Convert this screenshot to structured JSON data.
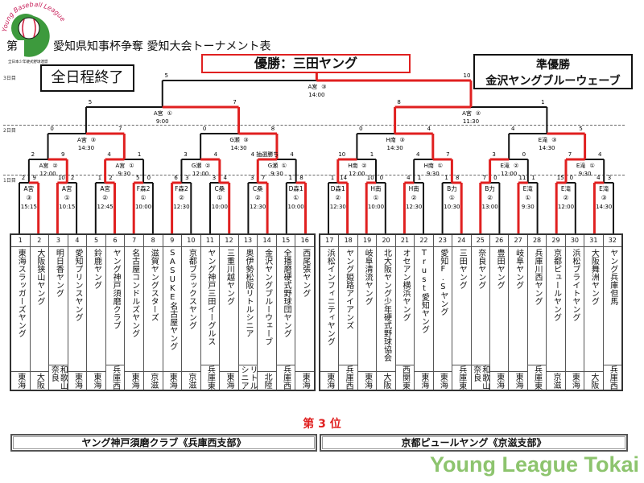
{
  "header": {
    "title_prefix": "第",
    "title": "愛知県知事杯争奪 愛知大会トーナメント表",
    "status": "全日程終了",
    "champion": "優勝：三田ヤング",
    "runner_up_label": "準優勝",
    "runner_up": "金沢ヤングブルーウェーブ",
    "logo_text": "Young Baseball League",
    "logo_subtext": "全日本少年硬式野球連盟"
  },
  "days": [
    "3日目",
    "2日目",
    "1日目"
  ],
  "colors": {
    "winner_line": "#e02020",
    "line": "#111111",
    "brand": "#8dc46e"
  },
  "teams": [
    {
      "no": "1",
      "name": "東海スラッガーズヤング",
      "region": "東海"
    },
    {
      "no": "2",
      "name": "大阪狭山ヤング",
      "region": "大阪"
    },
    {
      "no": "3",
      "name": "明日香ヤング",
      "region": "和歌山\n奈良"
    },
    {
      "no": "4",
      "name": "愛知プリンスヤング",
      "region": "東海"
    },
    {
      "no": "5",
      "name": "鈴鹿ヤング",
      "region": "東海"
    },
    {
      "no": "6",
      "name": "ヤング神戸須磨クラブ",
      "region": "兵庫西"
    },
    {
      "no": "7",
      "name": "名古屋コンドルズヤング",
      "region": "東海"
    },
    {
      "no": "8",
      "name": "滋賀ヤングスターズ",
      "region": "京滋"
    },
    {
      "no": "9",
      "name": "SASUKE名古屋ヤング",
      "region": "東海"
    },
    {
      "no": "10",
      "name": "京都ブラックスヤング",
      "region": "京滋"
    },
    {
      "no": "11",
      "name": "ヤング神戸三田イーグルス",
      "region": "兵庫東"
    },
    {
      "no": "12",
      "name": "三重川越ヤング",
      "region": "東海"
    },
    {
      "no": "13",
      "name": "奥伊勢松阪リトルシニア",
      "region": "リトル\nシニア"
    },
    {
      "no": "14",
      "name": "金沢ヤングブルーウェーブ",
      "region": "北陸"
    },
    {
      "no": "15",
      "name": "全播磨硬式野球団ヤング",
      "region": "兵庫西"
    },
    {
      "no": "16",
      "name": "西尾張ヤング",
      "region": "東海"
    },
    {
      "no": "17",
      "name": "浜松インフィニティヤング",
      "region": "東海"
    },
    {
      "no": "18",
      "name": "ヤング姫路アイアンズ",
      "region": "兵庫西"
    },
    {
      "no": "19",
      "name": "岐阜清流ヤング",
      "region": "東海"
    },
    {
      "no": "20",
      "name": "北大阪ヤング少年硬式野球協会",
      "region": "大阪"
    },
    {
      "no": "21",
      "name": "オセアン横浜ヤング",
      "region": "西関東"
    },
    {
      "no": "22",
      "name": "Trust愛知ヤング",
      "region": "東海"
    },
    {
      "no": "23",
      "name": "愛知F.Sヤング",
      "region": "東海"
    },
    {
      "no": "24",
      "name": "三田ヤング",
      "region": "兵庫東"
    },
    {
      "no": "25",
      "name": "奈良ヤング",
      "region": "和歌山\n奈良"
    },
    {
      "no": "26",
      "name": "豊田ヤング",
      "region": "東海"
    },
    {
      "no": "27",
      "name": "岐阜ヤング",
      "region": "東海"
    },
    {
      "no": "28",
      "name": "兵庫川西ヤング",
      "region": "兵庫東"
    },
    {
      "no": "29",
      "name": "京都ピュールヤング",
      "region": "京滋"
    },
    {
      "no": "30",
      "name": "浜松ブライトヤング",
      "region": "東海"
    },
    {
      "no": "31",
      "name": "大阪舞洲ヤング",
      "region": "大阪"
    },
    {
      "no": "32",
      "name": "ヤング兵庫但馬",
      "region": "兵庫西"
    }
  ],
  "rounds": [
    {
      "matches": [
        {
          "venue": "A宮",
          "num": "③",
          "time": "15:15",
          "scores": [
            "2",
            "9"
          ],
          "winner": "right"
        },
        {
          "venue": "A宮",
          "num": "①",
          "time": "10:15",
          "scores": [
            "10",
            "2"
          ],
          "winner": "left"
        },
        {
          "venue": "A宮",
          "num": "②",
          "time": "12:45",
          "scores": [
            "1",
            "2"
          ],
          "winner": "right"
        },
        {
          "venue": "F森2",
          "num": "①",
          "time": "10:00",
          "scores": [
            "5",
            "0"
          ],
          "winner": "left"
        },
        {
          "venue": "F森2",
          "num": "②",
          "time": "12:30",
          "scores": [
            "6",
            "3"
          ],
          "winner": "left"
        },
        {
          "venue": "C桑",
          "num": "①",
          "time": "10:00",
          "scores": [
            "3",
            "4"
          ],
          "winner": "right"
        },
        {
          "venue": "C桑",
          "num": "②",
          "time": "12:30",
          "scores": [
            "3",
            "7"
          ],
          "winner": "right"
        },
        {
          "venue": "D森1",
          "num": "①",
          "time": "10:00",
          "scores": [
            "1",
            "8"
          ],
          "winner": "right"
        },
        {
          "venue": "D森1",
          "num": "②",
          "time": "12:30",
          "scores": [
            "1",
            "14"
          ],
          "winner": "right"
        },
        {
          "venue": "H南",
          "num": "①",
          "time": "10:00",
          "scores": [
            "10",
            "0"
          ],
          "winner": "left"
        },
        {
          "venue": "H南",
          "num": "②",
          "time": "12:30",
          "scores": [
            "4",
            "1"
          ],
          "winner": "left"
        },
        {
          "venue": "B力",
          "num": "①",
          "time": "10:30",
          "scores": [
            "1",
            "8"
          ],
          "winner": "right"
        },
        {
          "venue": "B力",
          "num": "②",
          "time": "13:00",
          "scores": [
            "7",
            "0"
          ],
          "winner": "left"
        },
        {
          "venue": "E滝",
          "num": "①",
          "time": "9:30",
          "scores": [
            "11",
            "1"
          ],
          "winner": "left"
        },
        {
          "venue": "E滝",
          "num": "②",
          "time": "12:00",
          "scores": [
            "15",
            "0"
          ],
          "winner": "left"
        },
        {
          "venue": "E滝",
          "num": "③",
          "time": "14:30",
          "scores": [
            "4",
            "3"
          ],
          "winner": "left"
        }
      ]
    },
    {
      "matches": [
        {
          "venue": "A宮",
          "num": "②",
          "time": "12:00",
          "scores": [
            "2",
            "9"
          ],
          "winner": "right"
        },
        {
          "venue": "A宮",
          "num": "①",
          "time": "9:30",
          "scores": [
            "4",
            "1"
          ],
          "winner": "left"
        },
        {
          "venue": "G瀬",
          "num": "②",
          "time": "12:00",
          "scores": [
            "3",
            "4"
          ],
          "winner": "right"
        },
        {
          "venue": "G瀬",
          "num": "①",
          "time": "9:30",
          "scores": [
            "4 抽選勝ち",
            "4"
          ],
          "winner": "left"
        },
        {
          "venue": "H南",
          "num": "②",
          "time": "12:00",
          "scores": [
            "10",
            "1"
          ],
          "winner": "left"
        },
        {
          "venue": "H南",
          "num": "①",
          "time": "9:30",
          "scores": [
            "4",
            "7"
          ],
          "winner": "right"
        },
        {
          "venue": "E滝",
          "num": "②",
          "time": "12:00",
          "scores": [
            "3",
            "0"
          ],
          "winner": "left"
        },
        {
          "venue": "E滝",
          "num": "①",
          "time": "9:30",
          "scores": [
            "7",
            "4"
          ],
          "winner": "left"
        }
      ]
    },
    {
      "matches": [
        {
          "venue": "A宮",
          "num": "③",
          "time": "14:30",
          "scores": [
            "0",
            "7"
          ],
          "winner": "right"
        },
        {
          "venue": "G瀬",
          "num": "③",
          "time": "14:30",
          "scores": [
            "0",
            "8"
          ],
          "winner": "right"
        },
        {
          "venue": "H南",
          "num": "③",
          "time": "14:30",
          "scores": [
            "0",
            "4"
          ],
          "winner": "right"
        },
        {
          "venue": "E滝",
          "num": "③",
          "time": "14:30",
          "scores": [
            "4",
            "5"
          ],
          "winner": "right"
        }
      ]
    },
    {
      "matches": [
        {
          "venue": "A宮",
          "num": "①",
          "time": "9:00",
          "scores": [
            "5",
            "7"
          ],
          "winner": "right"
        },
        {
          "venue": "A宮",
          "num": "②",
          "time": "11:30",
          "scores": [
            "8",
            "1"
          ],
          "winner": "left"
        }
      ]
    },
    {
      "matches": [
        {
          "venue": "A宮",
          "num": "③",
          "time": "14:00",
          "scores": [
            "5",
            "10"
          ],
          "winner": "right"
        }
      ]
    }
  ],
  "third_place": {
    "title": "第 3 位",
    "teams": [
      "ヤング神戸須磨クラブ《兵庫西支部》",
      "京都ピュールヤング《京滋支部》"
    ]
  },
  "brand": "Young League Tokai"
}
